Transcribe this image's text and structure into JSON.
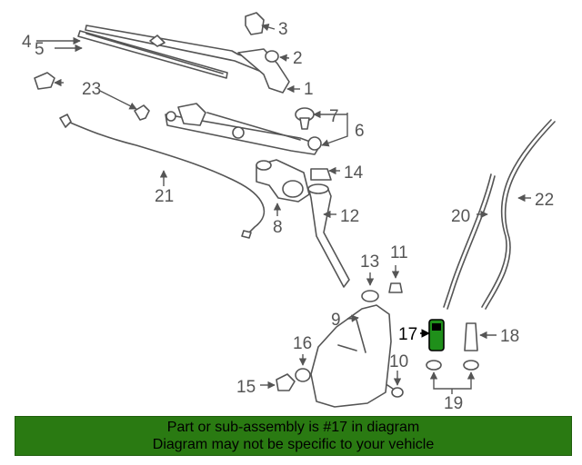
{
  "callouts": {
    "c1": "1",
    "c2": "2",
    "c3": "3",
    "c4": "4",
    "c5": "5",
    "c6": "6",
    "c7": "7",
    "c8": "8",
    "c9": "9",
    "c10": "10",
    "c11": "11",
    "c12": "12",
    "c13": "13",
    "c14": "14",
    "c15": "15",
    "c16": "16",
    "c17": "17",
    "c18": "18",
    "c19": "19",
    "c20": "20",
    "c21": "21",
    "c22": "22",
    "c23": "23"
  },
  "highlight_color": "#1f8f1a",
  "banner": {
    "line1": "Part or sub-assembly is #17 in diagram",
    "line2": "Diagram may not be specific to your vehicle",
    "color": "#2a7a12"
  }
}
